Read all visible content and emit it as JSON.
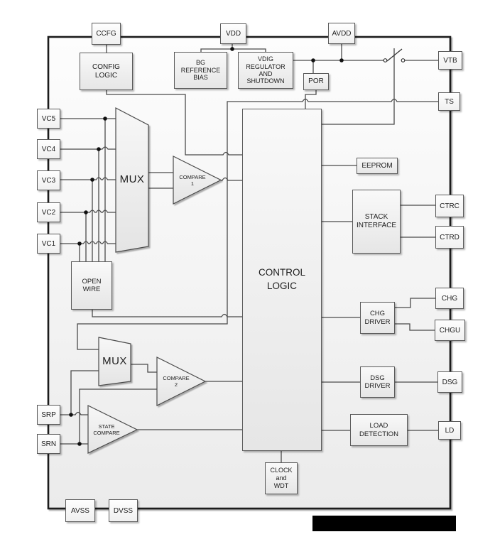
{
  "diagram": {
    "pins": {
      "top": [
        {
          "label": "CCFG"
        },
        {
          "label": "VDD"
        },
        {
          "label": "AVDD"
        }
      ],
      "left": [
        {
          "label": "VC5"
        },
        {
          "label": "VC4"
        },
        {
          "label": "VC3"
        },
        {
          "label": "VC2"
        },
        {
          "label": "VC1"
        },
        {
          "label": "SRP"
        },
        {
          "label": "SRN"
        }
      ],
      "right": [
        {
          "label": "VTB"
        },
        {
          "label": "TS"
        },
        {
          "label": "CTRC"
        },
        {
          "label": "CTRD"
        },
        {
          "label": "CHG"
        },
        {
          "label": "CHGU"
        },
        {
          "label": "DSG"
        },
        {
          "label": "LD"
        }
      ],
      "bottom": [
        {
          "label": "AVSS"
        },
        {
          "label": "DVSS"
        }
      ]
    },
    "blocks": {
      "config_logic": "CONFIG\nLOGIC",
      "bg_reference_bias": "BG\nREFERENCE\nBIAS",
      "vdig_regulator": "VDIG\nREGULATOR\nAND\nSHUTDOWN",
      "por": "POR",
      "open_wire": "OPEN\nWIRE",
      "control_logic": "CONTROL\nLOGIC",
      "eeprom": "EEPROM",
      "stack_interface": "STACK\nINTERFACE",
      "chg_driver": "CHG\nDRIVER",
      "dsg_driver": "DSG\nDRIVER",
      "load_detection": "LOAD\nDETECTION",
      "clock_wdt": "CLOCK\nand\nWDT",
      "mux_upper": "MUX",
      "mux_lower": "MUX",
      "compare1": "COMPARE\n1",
      "compare2": "COMPARE\n2",
      "state_compare": "STATE\nCOMPARE"
    },
    "colors": {
      "wire": "#4a4a4a",
      "outline": "#1a1a1a",
      "block_border": "#5a5a5a",
      "block_fill_top": "#f9f9f9",
      "block_fill_bottom": "#e6e6e6",
      "redaction_bar": "#000000"
    }
  }
}
